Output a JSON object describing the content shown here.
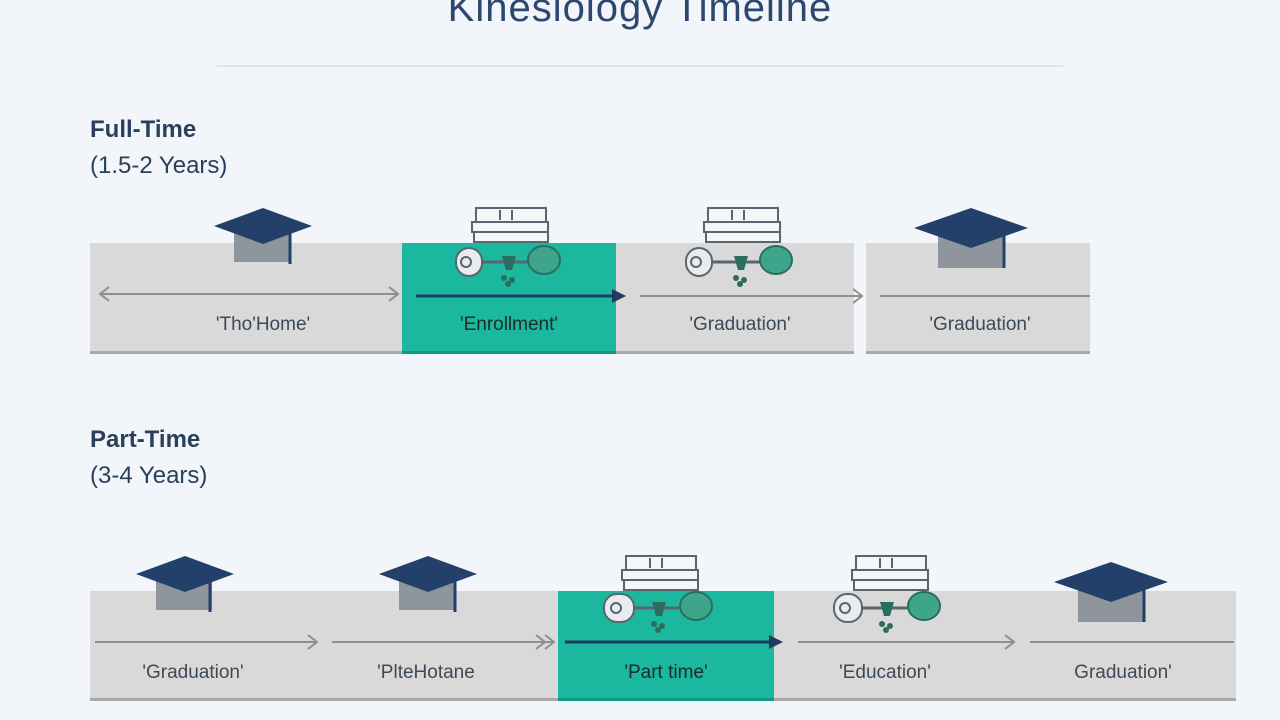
{
  "title": "Kinesiology Timeline",
  "full_time": {
    "name": "Full-Time",
    "duration": "(1.5-2 Years)",
    "steps": [
      {
        "label": "'Tho'Home'",
        "icon": "graduation-cap-icon",
        "highlight": false
      },
      {
        "label": "'Enrollment'",
        "icon": "books-equipment-icon",
        "highlight": true
      },
      {
        "label": "'Graduation'",
        "icon": "books-equipment-icon",
        "highlight": false
      },
      {
        "label": "'Graduation'",
        "icon": "graduation-cap-icon",
        "highlight": false
      }
    ]
  },
  "part_time": {
    "name": "Part-Time",
    "duration": "(3-4 Years)",
    "steps": [
      {
        "label": "'Graduation'",
        "icon": "graduation-cap-icon",
        "highlight": false
      },
      {
        "label": "'PlteHotane",
        "icon": "graduation-cap-icon",
        "highlight": false
      },
      {
        "label": "'Part time'",
        "icon": "books-equipment-icon",
        "highlight": true
      },
      {
        "label": "'Education'",
        "icon": "books-equipment-icon",
        "highlight": false
      },
      {
        "label": "Graduation'",
        "icon": "graduation-cap-icon",
        "highlight": false
      }
    ]
  },
  "colors": {
    "accent": "#1bb79e",
    "navy": "#23406b",
    "band": "#d9d9d9"
  }
}
